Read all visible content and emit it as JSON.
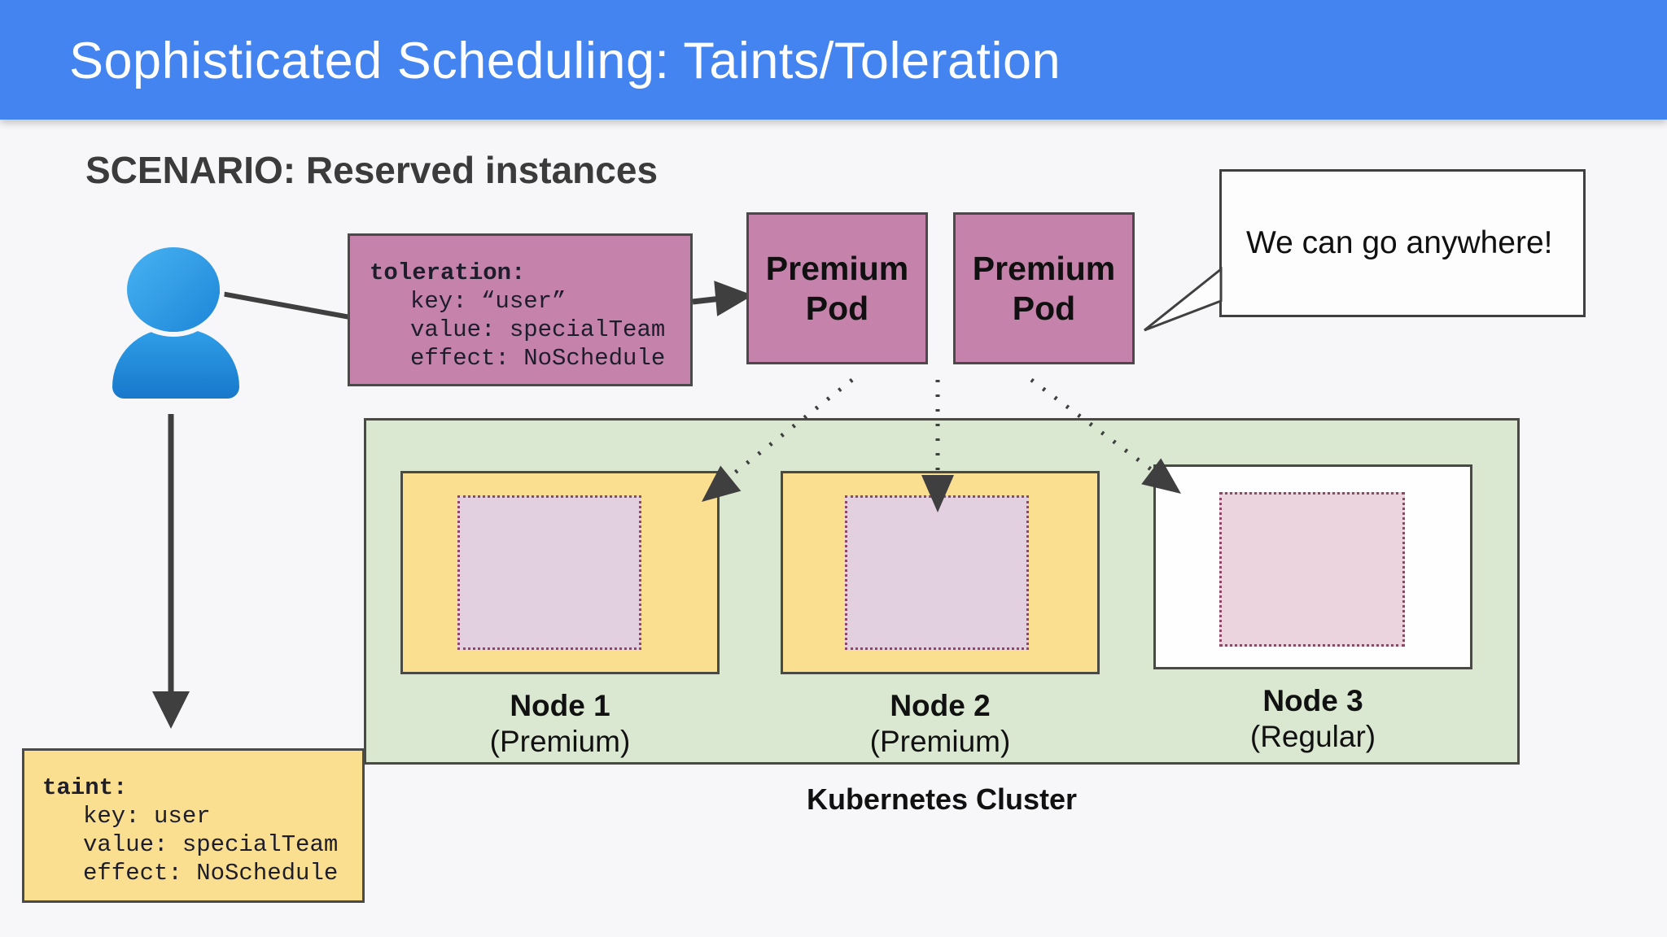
{
  "header": {
    "title": "Sophisticated Scheduling: Taints/Toleration"
  },
  "scenario_heading": "SCENARIO: Reserved instances",
  "toleration_box": {
    "title": "toleration:",
    "lines": [
      "key: “user”",
      "value: specialTeam",
      "effect: NoSchedule"
    ]
  },
  "taint_box": {
    "title": "taint:",
    "lines": [
      "key: user",
      "value: specialTeam",
      "effect: NoSchedule"
    ]
  },
  "pods": [
    {
      "label": "Premium Pod"
    },
    {
      "label": "Premium Pod"
    }
  ],
  "speech_bubble": {
    "text": "We can go anywhere!"
  },
  "cluster": {
    "label": "Kubernetes Cluster",
    "nodes": [
      {
        "name": "Node 1",
        "type": "(Premium)"
      },
      {
        "name": "Node 2",
        "type": "(Premium)"
      },
      {
        "name": "Node 3",
        "type": "(Regular)"
      }
    ]
  },
  "colors": {
    "header_blue": "#4484f0",
    "bg": "#f7f6f8",
    "pod_pink": "#c583ab",
    "node_yellow": "#fbdf90",
    "cluster_green": "#dae8d2",
    "slot_pink": "#e2cfdf",
    "slot_pink3": "#ecd4de",
    "node3_white": "#fefefe",
    "arrow_dark": "#3f3f3f"
  }
}
